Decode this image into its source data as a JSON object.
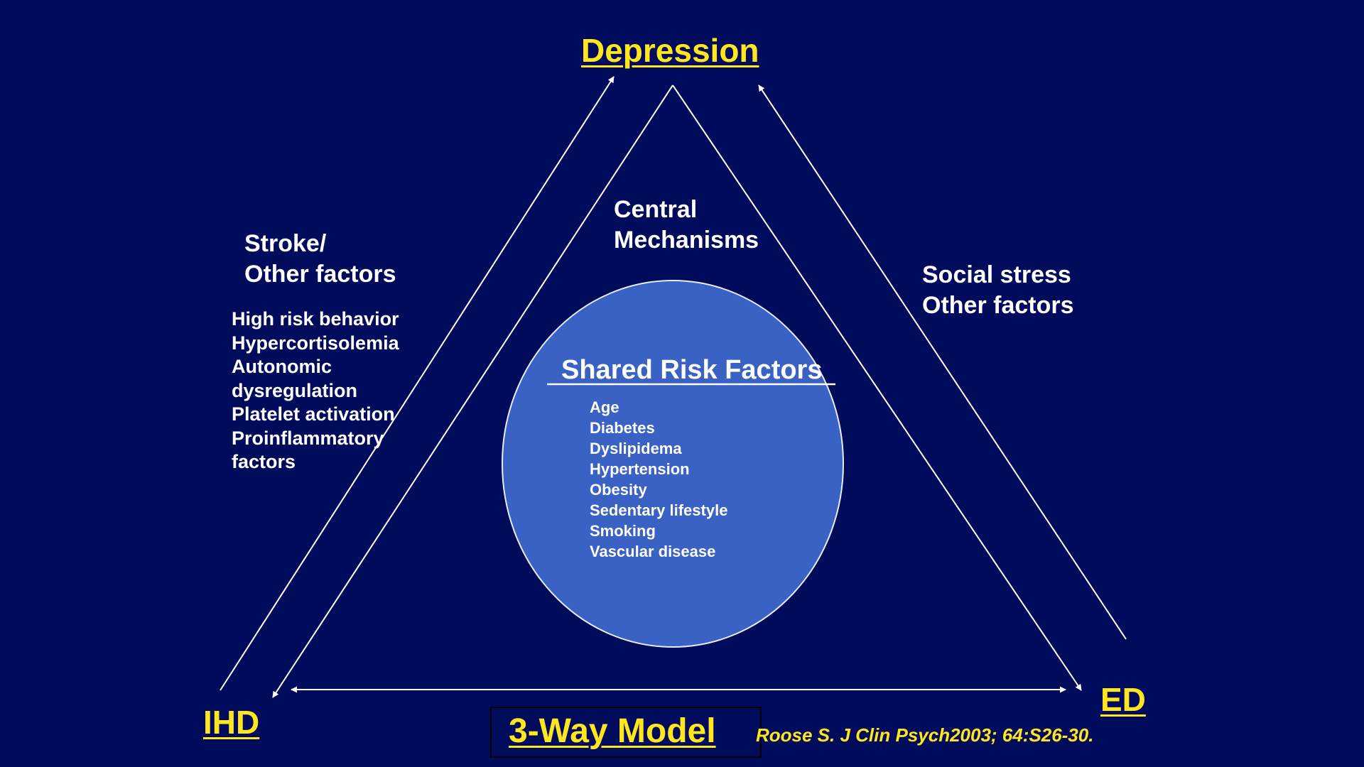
{
  "nodes": {
    "top": "Depression",
    "bottom_left": "IHD",
    "bottom_right": "ED"
  },
  "left_side": {
    "heading": [
      "Stroke/",
      "Other factors"
    ],
    "items": [
      "High risk behavior",
      "Hypercortisolemia",
      "Autonomic",
      "dysregulation",
      "Platelet activation",
      "Proinflammatory",
      "factors"
    ]
  },
  "center": {
    "heading": [
      "Central",
      "Mechanisms"
    ],
    "circle_title": "Shared Risk Factors",
    "items": [
      "Age",
      "Diabetes",
      "Dyslipidema",
      "Hypertension",
      "Obesity",
      "Sedentary lifestyle",
      "Smoking",
      "Vascular disease"
    ]
  },
  "right_side": {
    "heading": [
      "Social stress",
      "Other factors"
    ]
  },
  "title": "3-Way Model",
  "citation": "Roose S. J Clin Psych2003; 64:S26-30.",
  "colors": {
    "background": "#000b5c",
    "circle_fill": "#3a62c4",
    "accent_text": "#ffe61e",
    "line": "#ffffff"
  }
}
